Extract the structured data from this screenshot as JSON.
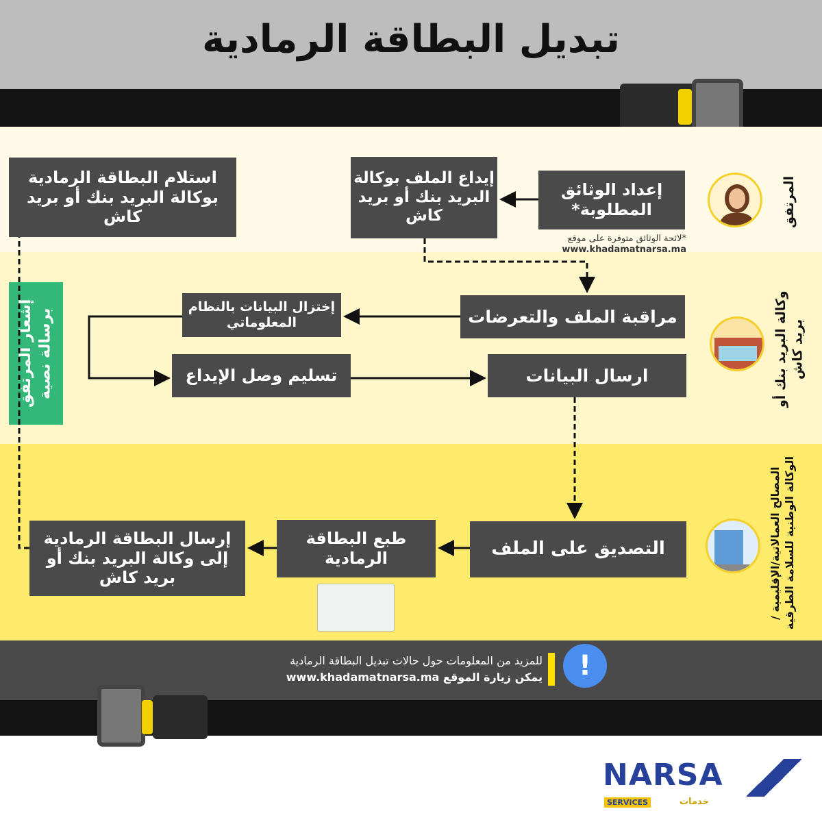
{
  "title": "تبديل البطاقة الرمادية",
  "lanes": {
    "citizen": "المرتفق",
    "post": "وكالة البريد بنك أو بريد كاش",
    "authority": "المصالح العمالاتية/الإقليمية / الوكالة الوطنية للسلامة الطرقية"
  },
  "steps": {
    "prepare": "إعداد الوثائق المطلوبة*",
    "deposit": "إيداع الملف بوكالة البريد بنك أو بريد كاش",
    "receive": "استلام البطاقة الرمادية بوكالة البريد بنك أو بريد كاش",
    "note_line1": "*لائحة الوثائق متوفرة على موقع",
    "note_line2": "www.khadamatnarsa.ma",
    "check": "مراقبة الملف والتعرضات",
    "capture": "إختزال البيانات بالنظام المعلوماتي",
    "send_data": "ارسال البيانات",
    "receipt": "تسليم وصل الإيداع",
    "notify": "إشعار المرتفق برسالة نصية",
    "validate": "التصديق على الملف",
    "print": "طبع البطاقة الرمادية",
    "ship": "إرسال البطاقة الرمادية إلى وكالة البريد بنك أو بريد كاش"
  },
  "info": {
    "line1": "للمزيد من المعلومات حول حالات تبديل البطاقة الرمادية",
    "line2": "يمكن زيارة الموقع  www.khadamatnarsa.ma"
  },
  "logo": {
    "name": "NARSA",
    "sub_en": "SERVICES",
    "sub_ar": "خدمات"
  },
  "colors": {
    "dark": "#4a4a4a",
    "yellow": "#ffeb6b",
    "green": "#34b87a",
    "accent": "#ffe000"
  }
}
